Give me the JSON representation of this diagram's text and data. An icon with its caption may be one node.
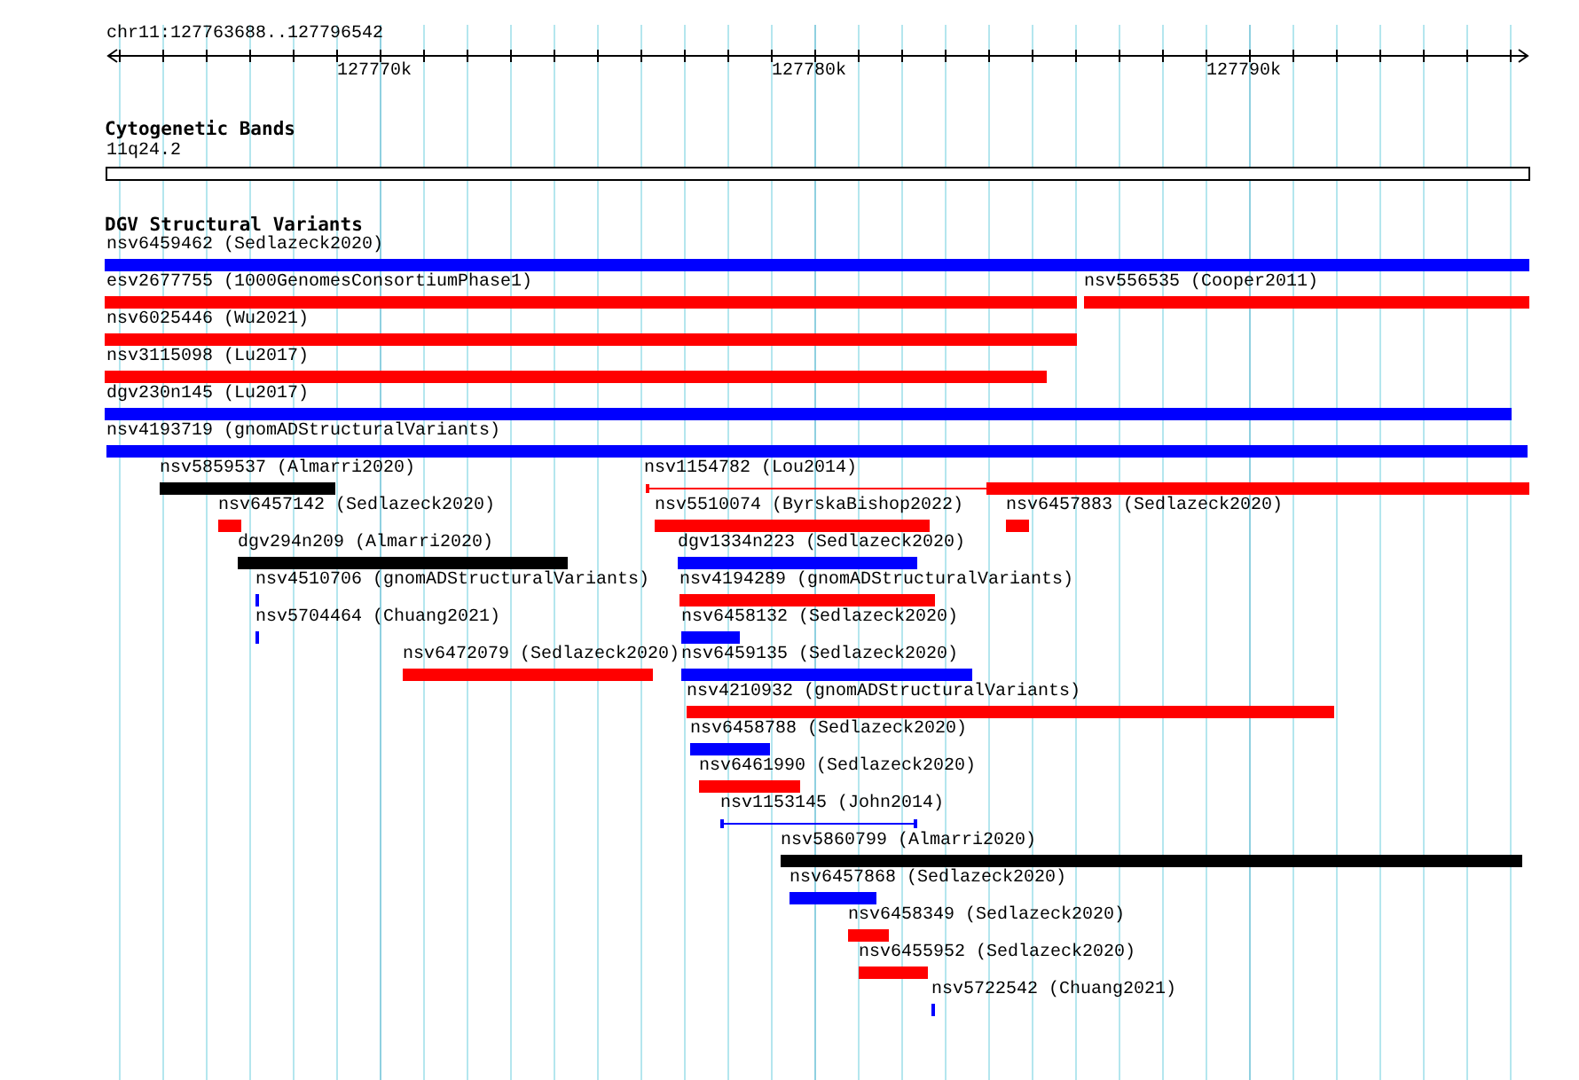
{
  "diagram": {
    "nodes": [
      {
        "text": [
          "nsv6459462 (Sedlazeck2020)"
        ]
      },
      {
        "text": [
          "esv2677755 (1000GenomesConsortiumPhase1)"
        ]
      },
      {
        "text": [
          "nsv556535 (Cooper2011)"
        ]
      },
      {
        "text": [
          "nsv6025446 (Wu2021)"
        ]
      },
      {
        "text": [
          "nsv3115098 (Lu2017)"
        ]
      },
      {
        "text": [
          "dgv230n145 (Lu2017)"
        ]
      },
      {
        "text": [
          "nsv4193719 (gnomADStructuralVariants)"
        ]
      },
      {
        "text": [
          "nsv5859537 (Almarri2020)"
        ]
      },
      {
        "text": [
          "nsv1154782 (Lou2014)"
        ]
      },
      {
        "text": [
          "nsv6457142 (Sedlazeck2020)"
        ]
      },
      {
        "text": [
          "nsv5510074 (ByrskaBishop2022)"
        ]
      },
      {
        "text": [
          "nsv6457883 (Sedlazeck2020)"
        ]
      },
      {
        "text": [
          "dgv294n209 (Almarri2020)"
        ]
      },
      {
        "text": [
          "dgv1334n223 (Sedlazeck2020)"
        ]
      },
      {
        "text": [
          "nsv4510706 (gnomADStructuralVariants)"
        ]
      },
      {
        "text": [
          "nsv4194289 (gnomADStructuralVariants)"
        ]
      },
      {
        "text": [
          "nsv5704464 (Chuang2021)"
        ]
      },
      {
        "text": [
          "nsv6458132 (Sedlazeck2020)"
        ]
      },
      {
        "text": [
          "nsv6472079 (Sedlazeck2020)"
        ]
      },
      {
        "text": [
          "nsv6459135 (Sedlazeck2020)"
        ]
      },
      {
        "text": [
          "nsv4210932 (gnomADStructuralVariants)"
        ]
      },
      {
        "text": [
          "nsv6458788 (Sedlazeck2020)"
        ]
      },
      {
        "text": [
          "nsv6461990 (Sedlazeck2020)"
        ]
      },
      {
        "text": [
          "nsv1153145 (John2014)"
        ]
      },
      {
        "text": [
          "nsv5860799 (Almarri2020)"
        ]
      },
      {
        "text": [
          "nsv6457868 (Sedlazeck2020)"
        ]
      },
      {
        "text": [
          "nsv6458349 (Sedlazeck2020)"
        ]
      },
      {
        "text": [
          "nsv6455952 (Sedlazeck2020)"
        ]
      },
      {
        "text": [
          "nsv5722542 (Chuang2021)"
        ]
      }
    ],
    "labels": [
      "chr11:127763688..127796542",
      "127770k",
      "127780k",
      "127790k",
      "Cytogenetic Bands",
      "11q24.2",
      "DGV Structural Variants"
    ]
  }
}
